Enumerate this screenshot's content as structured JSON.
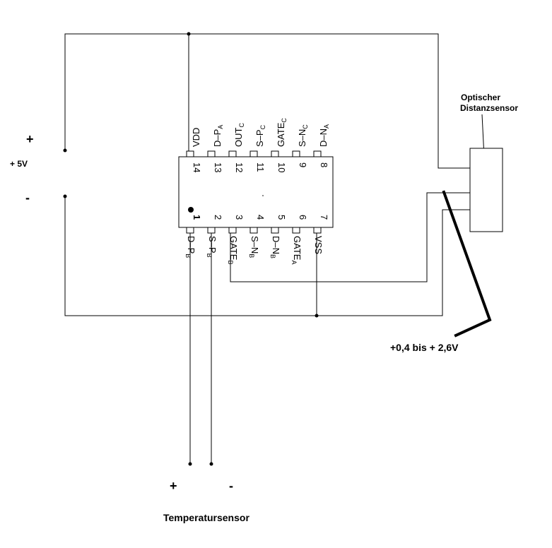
{
  "power": {
    "plus": "+",
    "voltage": "+ 5V",
    "minus": "-"
  },
  "ic": {
    "top_pins": [
      {
        "num": "14",
        "label": "VDD",
        "sub": ""
      },
      {
        "num": "13",
        "label": "D–P",
        "sub": "A"
      },
      {
        "num": "12",
        "label": "OUT",
        "sub": "C"
      },
      {
        "num": "11",
        "label": "S–P",
        "sub": "C"
      },
      {
        "num": "10",
        "label": "GATE",
        "sub": "C"
      },
      {
        "num": "9",
        "label": "S–N",
        "sub": "C"
      },
      {
        "num": "8",
        "label": "D–N",
        "sub": "A"
      }
    ],
    "bottom_pins": [
      {
        "num": "1",
        "label": "D–P",
        "sub": "B"
      },
      {
        "num": "2",
        "label": "S–P",
        "sub": "B"
      },
      {
        "num": "3",
        "label": "GATE",
        "sub": "B"
      },
      {
        "num": "4",
        "label": "S–N",
        "sub": "B"
      },
      {
        "num": "5",
        "label": "D–N",
        "sub": "B"
      },
      {
        "num": "6",
        "label": "GATE",
        "sub": "A"
      },
      {
        "num": "7",
        "label": "VSS",
        "sub": ""
      }
    ]
  },
  "optical_sensor": {
    "label_line1": "Optischer",
    "label_line2": "Distanzsensor",
    "voltage_range": "+0,4 bis + 2,6V"
  },
  "temperature_sensor": {
    "plus": "+",
    "minus": "-",
    "label": "Temperatursensor"
  }
}
